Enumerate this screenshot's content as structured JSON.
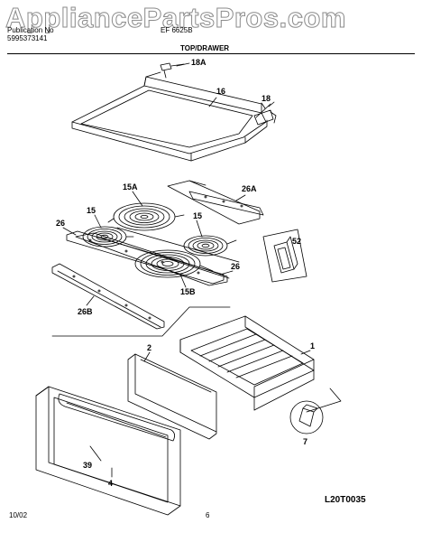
{
  "header": {
    "line1_left": "Publication No",
    "line1_right": "EF 6625B",
    "line2_left": "5995373141",
    "section_title": "TOP/DRAWER"
  },
  "watermark": "AppliancePartsPros.com",
  "callouts": {
    "c18a": "18A",
    "c16": "16",
    "c18": "18",
    "c15a": "15A",
    "c26a": "26A",
    "c15_left": "15",
    "c15_right": "15",
    "c26_left": "26",
    "c52": "52",
    "c26_right": "26",
    "c15b": "15B",
    "c26b": "26B",
    "c2": "2",
    "c1": "1",
    "c39": "39",
    "c7": "7",
    "c4": "4"
  },
  "footer": {
    "date": "10/02",
    "page": "6",
    "ref_code": "L20T0035"
  }
}
